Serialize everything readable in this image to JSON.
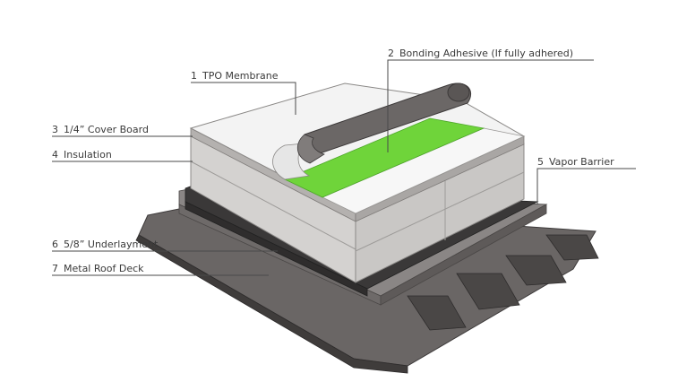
{
  "labels": [
    {
      "num": "1",
      "text": "TPO Membrane"
    },
    {
      "num": "2",
      "text": "Bonding Adhesive (If fully adhered)"
    },
    {
      "num": "3",
      "text": "1/4” Cover Board"
    },
    {
      "num": "4",
      "text": "Insulation"
    },
    {
      "num": "5",
      "text": "Vapor Barrier"
    },
    {
      "num": "6",
      "text": "5/8” Underlayment"
    },
    {
      "num": "7",
      "text": "Metal Roof Deck"
    }
  ],
  "colors": {
    "deck": "#5a5655",
    "deck_light": "#7a7574",
    "underlayment": "#6e6a69",
    "vapor_barrier": "#2f2d2d",
    "insulation_front": "#d4d2d0",
    "insulation_side": "#c6c4c2",
    "cover_board": "#b9b6b4",
    "membrane": "#f3f3f3",
    "adhesive": "#6fd43a",
    "roll": "#6b6766"
  }
}
